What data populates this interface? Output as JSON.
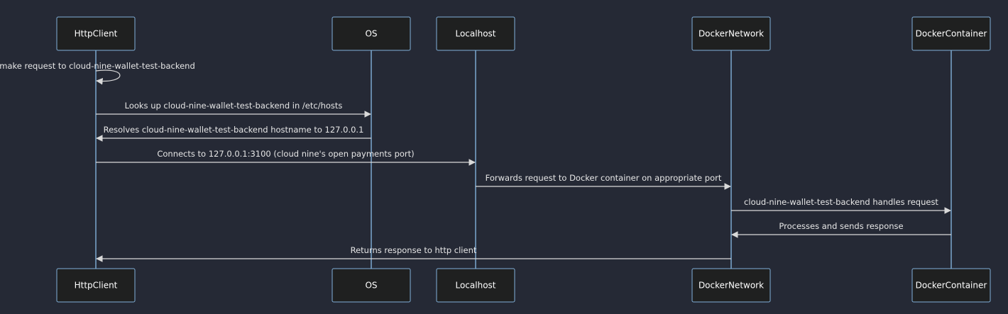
{
  "colors": {
    "background": "#252935",
    "actor_fill": "#1f2020",
    "actor_border": "#81b1db",
    "lifeline": "#81b1db",
    "message_line": "#d9d9d9",
    "text": "#e6e6e6"
  },
  "actors": [
    {
      "id": "HttpClient",
      "label": "HttpClient"
    },
    {
      "id": "OS",
      "label": "OS"
    },
    {
      "id": "Localhost",
      "label": "Localhost"
    },
    {
      "id": "DockerNetwork",
      "label": "DockerNetwork"
    },
    {
      "id": "DockerContainer",
      "label": "DockerContainer"
    }
  ],
  "messages": [
    {
      "from": "HttpClient",
      "to": "HttpClient",
      "text": "make request to cloud-nine-wallet-test-backend"
    },
    {
      "from": "HttpClient",
      "to": "OS",
      "text": "Looks up cloud-nine-wallet-test-backend in /etc/hosts"
    },
    {
      "from": "OS",
      "to": "HttpClient",
      "text": "Resolves cloud-nine-wallet-test-backend hostname to 127.0.0.1"
    },
    {
      "from": "HttpClient",
      "to": "Localhost",
      "text": "Connects to 127.0.0.1:3100 (cloud nine's open payments port)"
    },
    {
      "from": "Localhost",
      "to": "DockerNetwork",
      "text": "Forwards request to Docker container on appropriate port"
    },
    {
      "from": "DockerNetwork",
      "to": "DockerContainer",
      "text": "cloud-nine-wallet-test-backend handles request"
    },
    {
      "from": "DockerContainer",
      "to": "DockerNetwork",
      "text": "Processes and sends response"
    },
    {
      "from": "DockerNetwork",
      "to": "HttpClient",
      "text": "Returns response to http client"
    }
  ]
}
